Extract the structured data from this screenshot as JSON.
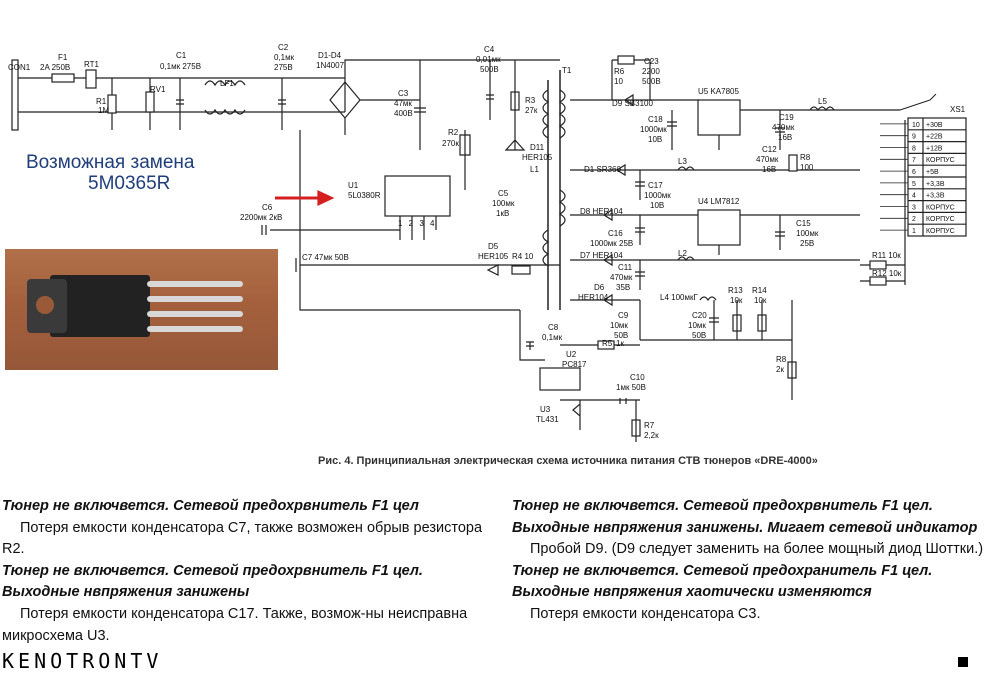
{
  "figure": {
    "caption": "Рис. 4. Принципиальная электрическая схема источника питания СТВ тюнеров «DRE-4000»",
    "replacement_note": {
      "line1": "Возможная замена",
      "line2": "5M0365R"
    },
    "labels": {
      "con1": "CON1",
      "f1": "F1",
      "f1_val": "2A 250B",
      "rt1": "RT1",
      "c1": "C1",
      "c1_val": "0,1мк 275B",
      "r1": "R1",
      "r1_val": "1M",
      "rv1": "RV1",
      "lf1": "LF1",
      "c2": "C2",
      "c2_val1": "0,1мк",
      "c2_val2": "275B",
      "d1d4": "D1-D4",
      "d1d4_val": "1N4007",
      "c3": "C3",
      "c3_val1": "47мк",
      "c3_val2": "400B",
      "c4": "C4",
      "c4_val1": "0,01мк",
      "c4_val2": "500B",
      "r2": "R2",
      "r2_val": "270к",
      "r3": "R3",
      "r3_val": "27к",
      "d11": "D11",
      "d11_val": "HER105",
      "l1": "L1",
      "c5": "C5",
      "c5_val1": "100мк",
      "c5_val2": "1кB",
      "u1": "U1",
      "u1_val": "5L0380R",
      "u1_pins": "1 2 3 4",
      "c6": "C6",
      "c6_val": "2200мк 2кB",
      "c7": "C7 47мк 50B",
      "d5": "D5",
      "d5_val": "HER105",
      "r4": "R4 10",
      "t1": "T1",
      "r5": "R5",
      "r5_val": "1к",
      "c8": "C8",
      "c8_val": "0,1мк",
      "u2": "U2",
      "u2_val": "PC817",
      "u3": "U3",
      "u3_val": "TL431",
      "c10": "C10",
      "c10_val": "1мк 50B",
      "r7": "R7",
      "r7_val": "2,2к",
      "r6": "R6",
      "r6_val": "10",
      "c23": "C23",
      "c23_val1": "2200",
      "c23_val2": "500B",
      "d9": "D9 SB3100",
      "c18": "C18",
      "c18_val1": "1000мк",
      "c18_val2": "10B",
      "u5": "U5 KA7805",
      "c19": "C19",
      "c19_val1": "470мк",
      "c19_val2": "16B",
      "l5": "L5",
      "d1": "D1  SR360",
      "l3": "L3",
      "c12": "C12",
      "c12_val1": "470мк",
      "c12_val2": "16B",
      "r8": "R8",
      "r8_val": "100",
      "c17": "C17",
      "c17_val1": "1000мк",
      "c17_val2": "10B",
      "d8": "D8 HER104",
      "u4": "U4 LM7812",
      "c16": "C16",
      "c16_val": "1000мк 25B",
      "c15": "C15",
      "c15_val1": "100мк",
      "c15_val2": "25B",
      "d7": "D7 HER104",
      "l2": "L2",
      "c11": "C11",
      "c11_val1": "470мк",
      "c11_val2": "35B",
      "d6": "D6",
      "d6_val": "HER104",
      "l4": "L4 100мкГ",
      "c9": "C9",
      "c9_val1": "10мк",
      "c9_val2": "50B",
      "c20": "C20",
      "c20_val1": "10мк",
      "c20_val2": "50B",
      "r13": "R13",
      "r13_val": "10к",
      "r14": "R14",
      "r14_val": "10к",
      "r11": "R11 10к",
      "r12": "R12 10к",
      "r8b": "R8",
      "r8b_val": "2к",
      "xs1": "XS1"
    },
    "connector_pins": [
      {
        "num": "10",
        "label": "+30B"
      },
      {
        "num": "9",
        "label": "+22B"
      },
      {
        "num": "8",
        "label": "+12B"
      },
      {
        "num": "7",
        "label": "КОРПУС"
      },
      {
        "num": "6",
        "label": "+5B"
      },
      {
        "num": "5",
        "label": "+3,3B"
      },
      {
        "num": "4",
        "label": "+3,3B"
      },
      {
        "num": "3",
        "label": "КОРПУС"
      },
      {
        "num": "2",
        "label": "КОРПУС"
      },
      {
        "num": "1",
        "label": "КОРПУС"
      }
    ]
  },
  "article": {
    "left": [
      {
        "type": "heading",
        "text": "Тюнер не включвется. Сетевой предохрвнитель F1 цел"
      },
      {
        "type": "para",
        "text": "Потеря емкости конденсатора С7, также возможен обрыв резистора R2."
      },
      {
        "type": "heading",
        "text": "Тюнер не включвется. Сетевой предохрвнитель F1 цел. Выходные нвпряжения занижены"
      },
      {
        "type": "para",
        "text": "Потеря емкости конденсатора С17. Также, возмож-ны неисправна микросхема U3."
      }
    ],
    "right": [
      {
        "type": "heading",
        "text": "Тюнер не включвется. Сетевой предохрвнитель F1 цел. Выходные нвпряжения занижены. Мигает сетевой индикатор"
      },
      {
        "type": "para",
        "text": "Пробой D9. (D9 следует заменить на более мощный диод Шоттки.)"
      },
      {
        "type": "heading",
        "text": "Тюнер не включвется. Сетевой предохранитель F1 цел. Выходные нвпряжения хаотически изменяются"
      },
      {
        "type": "para",
        "text": "Потеря емкости конденсатора С3."
      }
    ]
  },
  "watermark": "KENOTRONTV",
  "colors": {
    "replacement_text": "#1f3e7a",
    "arrow": "#d42020",
    "photo_bg": "#a4603c"
  }
}
